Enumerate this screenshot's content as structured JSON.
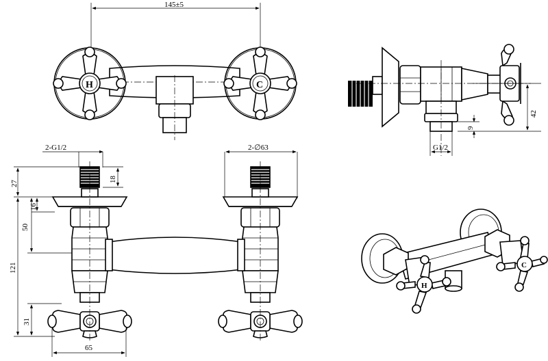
{
  "dimensions": {
    "center_distance": "145±5",
    "thread_top": "2-G1/2",
    "diameter_top": "2-∅63",
    "d27": "27",
    "d18": "18",
    "d16": "16",
    "d50": "50",
    "d121": "121",
    "d31": "31",
    "d65": "65",
    "d42": "42",
    "d9": "9",
    "thread_side": "G1/2"
  },
  "handle_labels": {
    "hot": "H",
    "cold": "C"
  }
}
